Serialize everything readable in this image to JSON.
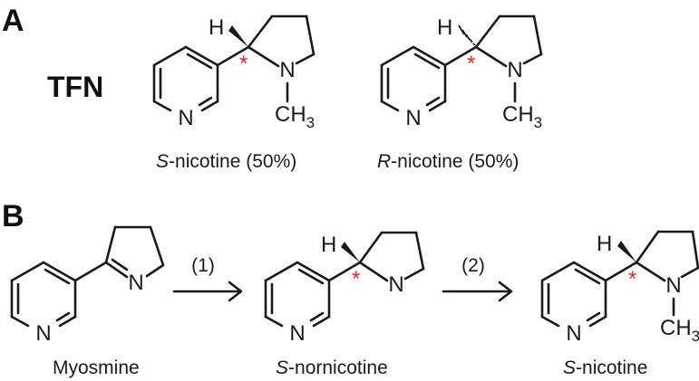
{
  "panels": {
    "a": "A",
    "b": "B"
  },
  "panel_a": {
    "group_label": "TFN",
    "left": {
      "prefix": "S",
      "name": "-nicotine (50%)"
    },
    "right": {
      "prefix": "R",
      "name": "-nicotine (50%)"
    }
  },
  "panel_b": {
    "myosmine": "Myosmine",
    "step1": "(1)",
    "step2": "(2)",
    "nornicotine": {
      "prefix": "S",
      "name": "-nornicotine"
    },
    "nicotine": {
      "prefix": "S",
      "name": "-nicotine"
    }
  },
  "atoms": {
    "nitrogen": "N",
    "hydrogen": "H",
    "methyl_c": "CH",
    "methyl_sub": "3",
    "stereo_mark": "*"
  },
  "colors": {
    "stereo_mark": "#e8252b",
    "ink": "#1a1a1a"
  }
}
